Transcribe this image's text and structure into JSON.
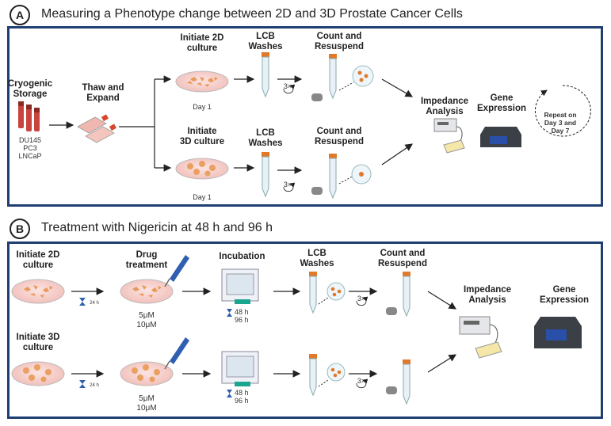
{
  "sectionA": {
    "badge": "A",
    "title": "Measuring a Phenotype change between 2D and 3D Prostate Cancer Cells",
    "cryo_line1": "Cryogenic",
    "cryo_line2": "Storage",
    "cell_lines": [
      "DU145",
      "PC3",
      "LNCaP"
    ],
    "thaw_line1": "Thaw and",
    "thaw_line2": "Expand",
    "init2d_line1": "Initiate 2D",
    "init2d_line2": "culture",
    "init3d_line1": "Initiate",
    "init3d_line2": "3D culture",
    "day1": "Day 1",
    "lcb_line1": "LCB",
    "lcb_line2": "Washes",
    "count_line1": "Count and",
    "count_line2": "Resuspend",
    "times3": "3×",
    "impedance_line1": "Impedance",
    "impedance_line2": "Analysis",
    "gene_line1": "Gene",
    "gene_line2": "Expression",
    "repeat_line1": "Repeat on",
    "repeat_line2": "Day 3 and",
    "repeat_line3": "Day 7"
  },
  "sectionB": {
    "badge": "B",
    "title": "Treatment with Nigericin at 48 h and 96 h",
    "init2d_line1": "Initiate 2D",
    "init2d_line2": "culture",
    "init3d_line1": "Initiate 3D",
    "init3d_line2": "culture",
    "drug_line1": "Drug",
    "drug_line2": "treatment",
    "incubation": "Incubation",
    "lcb_line1": "LCB",
    "lcb_line2": "Washes",
    "count_line1": "Count and",
    "count_line2": "Resuspend",
    "hours24": "24 h",
    "conc1": "5μM",
    "conc2": "10μM",
    "h48": "48 h",
    "h96": "96 h",
    "times3": "3×",
    "impedance_line1": "Impedance",
    "impedance_line2": "Analysis",
    "gene_line1": "Gene",
    "gene_line2": "Expression"
  },
  "colors": {
    "panel_border": "#1f3f73",
    "dish_fill": "#f6d2d0",
    "cell_2d": "#e99a5a",
    "cell_3d": "#e9a060",
    "tube_cap": "#e07a2a",
    "incubator_teal": "#1aa58f",
    "pcr_screen": "#2a4fa8",
    "pipette_blue": "#2f5fb0",
    "vial_red": "#c8443c"
  }
}
